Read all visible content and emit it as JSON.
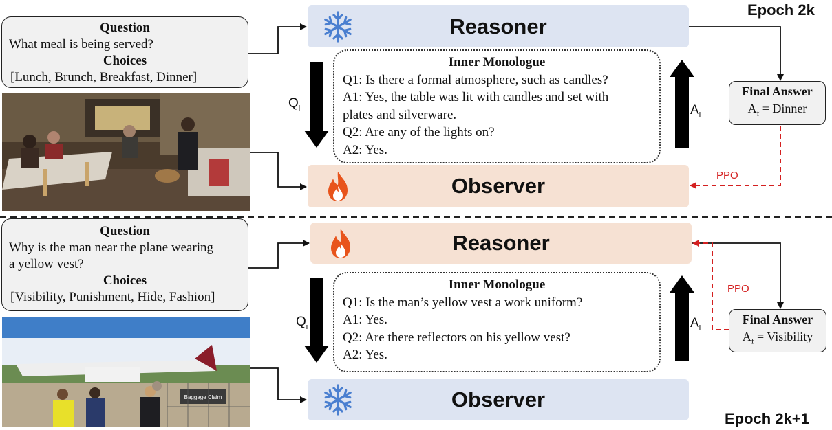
{
  "top": {
    "epoch_label": "Epoch 2k",
    "question": {
      "question_heading": "Question",
      "question_text": "What meal is being served?",
      "choices_heading": "Choices",
      "choices_text": "[Lunch, Brunch, Breakfast, Dinner]"
    },
    "reasoner": {
      "label": "Reasoner",
      "state": "frozen",
      "icon": "snowflake-icon"
    },
    "observer": {
      "label": "Observer",
      "state": "trainable",
      "icon": "flame-icon"
    },
    "monologue": {
      "title": "Inner Monologue",
      "lines": [
        "Q1: Is there a formal atmosphere, such as candles?",
        "A1: Yes, the table was lit with candles and set with",
        "plates and silverware.",
        "Q2: Are any of the lights on?",
        "A2: Yes."
      ]
    },
    "final_answer": {
      "title": "Final Answer",
      "var": "A",
      "sub": "f",
      "value": "= Dinner"
    },
    "ppo": "PPO",
    "q_label": {
      "base": "Q",
      "sub": "i"
    },
    "a_label": {
      "base": "A",
      "sub": "i"
    }
  },
  "bottom": {
    "epoch_label": "Epoch 2k+1",
    "question": {
      "question_heading": "Question",
      "question_line1": "Why is the man near the plane wearing",
      "question_line2": "a yellow vest?",
      "choices_heading": "Choices",
      "choices_text": "[Visibility, Punishment, Hide, Fashion]"
    },
    "reasoner": {
      "label": "Reasoner",
      "state": "trainable",
      "icon": "flame-icon"
    },
    "observer": {
      "label": "Observer",
      "state": "frozen",
      "icon": "snowflake-icon"
    },
    "monologue": {
      "title": "Inner Monologue",
      "lines": [
        "Q1: Is the man’s yellow vest a work uniform?",
        "A1: Yes.",
        "Q2: Are there reflectors on his yellow vest?",
        "A2: Yes."
      ]
    },
    "final_answer": {
      "title": "Final Answer",
      "var": "A",
      "sub": "f",
      "value": "= Visibility"
    },
    "ppo": "PPO",
    "q_label": {
      "base": "Q",
      "sub": "i"
    },
    "a_label": {
      "base": "A",
      "sub": "i"
    },
    "sign_text": "Baggage Claim"
  },
  "colors": {
    "frozen_band": "#dde4f2",
    "trainable_band": "#f6e1d3",
    "ppo_red": "#d42020",
    "snowflake_blue": "#4a7fd0",
    "flame_orange": "#e8541c"
  }
}
